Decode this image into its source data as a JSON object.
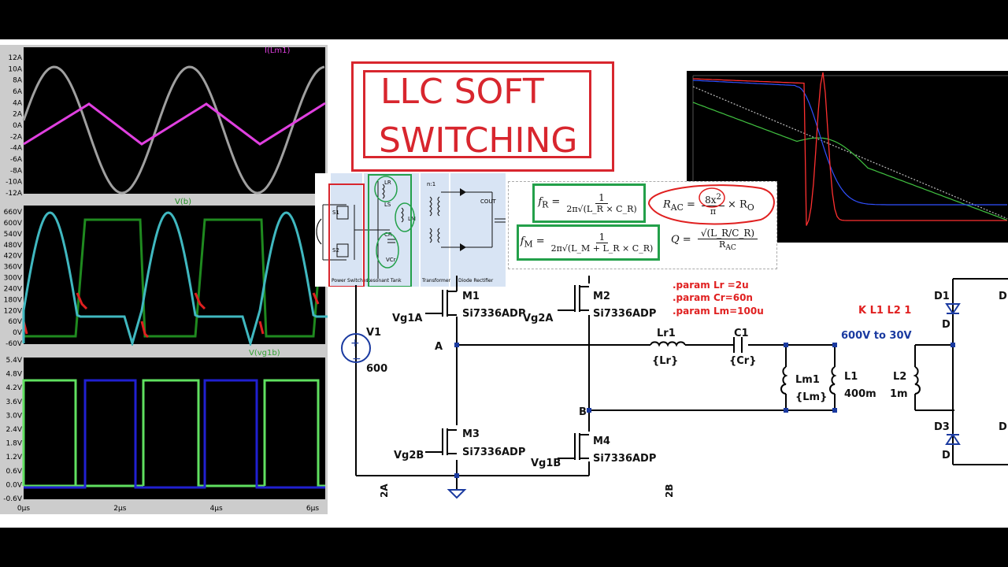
{
  "title": {
    "line1": "LLC  SOFT",
    "line2": "SWITCHING"
  },
  "colors": {
    "magenta": "#e040e0",
    "gray": "#a0a0a0",
    "green": "#1f8a1f",
    "cyan": "#40b8c0",
    "red": "#e02020",
    "lime": "#60e060",
    "blue": "#2020d0"
  },
  "plots": {
    "p1": {
      "trace_label": "I(Lm1)",
      "y_ticks": [
        "12A",
        "10A",
        "8A",
        "6A",
        "4A",
        "2A",
        "0A",
        "-2A",
        "-4A",
        "-6A",
        "-8A",
        "-10A",
        "-12A"
      ]
    },
    "p2": {
      "trace_label": "V(b)",
      "y_ticks": [
        "660V",
        "600V",
        "540V",
        "480V",
        "420V",
        "360V",
        "300V",
        "240V",
        "180V",
        "120V",
        "60V",
        "0V",
        "-60V"
      ]
    },
    "p3": {
      "trace_label": "V(vg1b)",
      "y_ticks": [
        "5.4V",
        "4.8V",
        "4.2V",
        "3.6V",
        "3.0V",
        "2.4V",
        "1.8V",
        "1.2V",
        "0.6V",
        "0.0V",
        "-0.6V"
      ],
      "x_ticks": [
        "0µs",
        "2µs",
        "4µs",
        "6µs"
      ]
    }
  },
  "formulas": {
    "fr_lhs": "f",
    "fr_sub": "R",
    "fr_num": "1",
    "fr_den": "2π√(L_R × C_R)",
    "fm_lhs": "f",
    "fm_sub": "M",
    "fm_num": "1",
    "fm_den": "2π√(L_M + L_R × C_R)",
    "rac_lhs": "R",
    "rac_sub": "AC",
    "rac_num": "8x",
    "rac_exp": "2",
    "rac_den": "π",
    "rac_rhs": "× R",
    "rac_rhs_sub": "O",
    "q_lhs": "Q",
    "q_num": "√(L_R/C_R)",
    "q_den": "R",
    "q_den_sub": "AC"
  },
  "block_labels": {
    "s1": "S1",
    "s2": "S2",
    "power": "Power Switches",
    "tank": "Resonant Tank",
    "transformer": "Transformer",
    "rectifier": "Diode Rectifier",
    "lr": "LR",
    "ls": "LS",
    "lm": "LM",
    "cr": "CR",
    "vcr": "VCr",
    "ratio": "n:1",
    "cout": "COUT"
  },
  "schematic": {
    "v1": "V1",
    "v1_value": "600",
    "m1": "M1",
    "m2": "M2",
    "m3": "M3",
    "m4": "M4",
    "part": "Si7336ADP",
    "vg1a": "Vg1A",
    "vg2a": "Vg2A",
    "vg2b": "Vg2B",
    "vg1b": "Vg1B",
    "node_a": "A",
    "node_b": "B",
    "lr1": "Lr1",
    "lr1_value": "{Lr}",
    "c1": "C1",
    "c1_value": "{Cr}",
    "lm1": "Lm1",
    "lm1_value": "{Lm}",
    "l1": "L1",
    "l1_value": "400m",
    "l2": "L2",
    "l2_value": "1m",
    "d1": "D1",
    "d3": "D3",
    "d": "D",
    "param1": ".param Lr =2u",
    "param2": ".param Cr=60n",
    "param3": ".param Lm=100u",
    "coupling": "K L1 L2 1",
    "conversion": "600V to 30V",
    "label_2a": "2A",
    "label_2b": "2B"
  }
}
